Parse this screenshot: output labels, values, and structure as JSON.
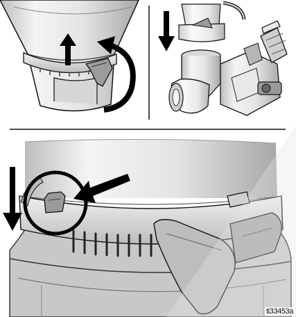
{
  "figure": {
    "reference_id": "ti33453a",
    "panels": [
      {
        "id": "top-left",
        "subject": "funnel-clamp-detail",
        "arrows": [
          "up-arrow",
          "rotate-arrow"
        ]
      },
      {
        "id": "top-right",
        "subject": "inlet-assembly",
        "arrows": [
          "down-arrow"
        ]
      },
      {
        "id": "bottom",
        "subject": "hopper-clamp-tab",
        "arrows": [
          "down-arrow",
          "pointer-arrow"
        ],
        "callout": "circle-highlight"
      }
    ],
    "colors": {
      "line": "#111111",
      "metal-light": "#f2f2f2",
      "metal-shade": "#c9c9c9",
      "metal-dark": "#9a9a9a",
      "arrow": "#000000"
    }
  }
}
